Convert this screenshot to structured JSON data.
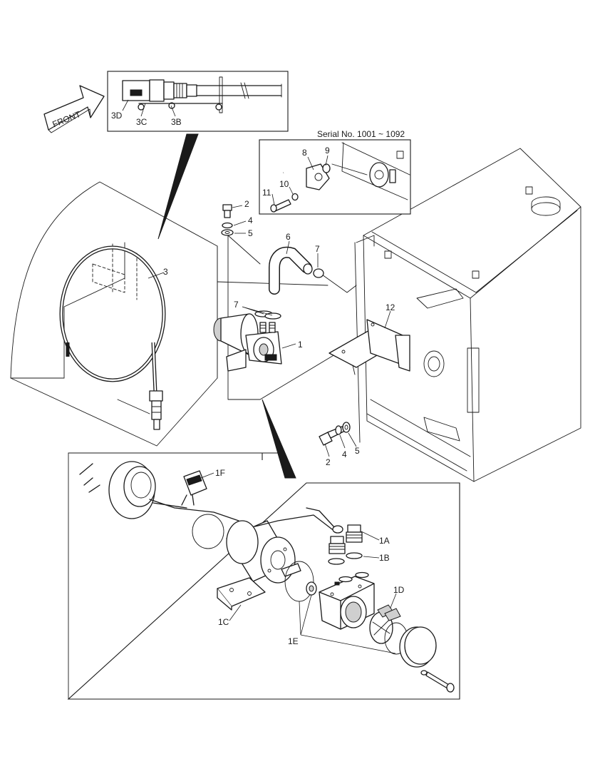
{
  "front_label": "FRONT",
  "serial_note": "Serial No. 1001 ~ 1092",
  "callouts": {
    "c3D": "3D",
    "c3C": "3C",
    "c3B": "3B",
    "c8": "8",
    "c9": "9",
    "c10": "10",
    "c11": "11",
    "c2a": "2",
    "c4a": "4",
    "c5a": "5",
    "c6": "6",
    "c7a": "7",
    "c3": "3",
    "c7b": "7",
    "c12": "12",
    "c1": "1",
    "c2b": "2",
    "c4b": "4",
    "c5b": "5",
    "c1F": "1F",
    "c1A": "1A",
    "c1B": "1B",
    "c1D": "1D",
    "c1C": "1C",
    "c1E": "1E"
  }
}
